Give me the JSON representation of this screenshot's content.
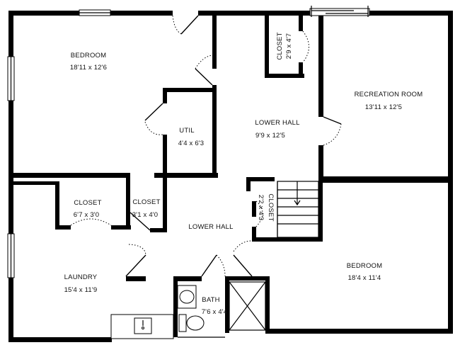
{
  "floor_plan": {
    "rooms": [
      {
        "key": "bedroom_1",
        "name": "BEDROOM",
        "dims": "18'11 x 12'6"
      },
      {
        "key": "closet_top",
        "name": "CLOSET",
        "dims": "2'9 x 4'7"
      },
      {
        "key": "recreation_room",
        "name": "RECREATION ROOM",
        "dims": "13'11 x 12'5"
      },
      {
        "key": "util",
        "name": "UTIL",
        "dims": "4'4 x 6'3"
      },
      {
        "key": "lower_hall_1",
        "name": "LOWER HALL",
        "dims": "9'9 x 12'5"
      },
      {
        "key": "closet_left",
        "name": "CLOSET",
        "dims": "6'7 x 3'0"
      },
      {
        "key": "closet_mid",
        "name": "CLOSET",
        "dims": "3'1 x 4'0"
      },
      {
        "key": "closet_stair",
        "name": "CLOSET",
        "dims": "2'2 x 4'3"
      },
      {
        "key": "lower_hall_2",
        "name": "LOWER HALL",
        "dims": ""
      },
      {
        "key": "laundry",
        "name": "LAUNDRY",
        "dims": "15'4 x 11'9"
      },
      {
        "key": "bedroom_2",
        "name": "BEDROOM",
        "dims": "18'4 x 11'4"
      },
      {
        "key": "bath",
        "name": "BATH",
        "dims": "7'6 x 4'4"
      }
    ]
  }
}
